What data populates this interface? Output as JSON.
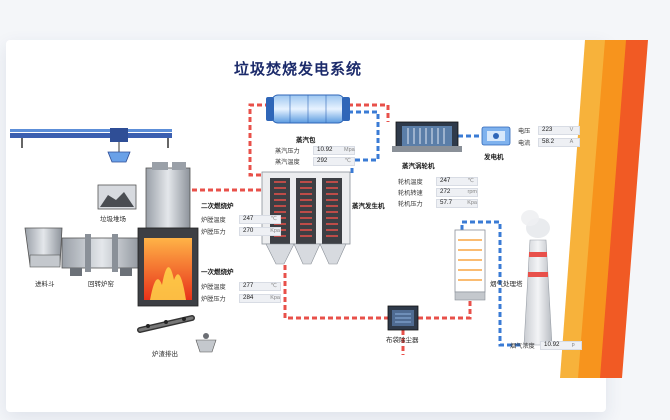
{
  "title": "垃圾焚烧发电系统",
  "components": {
    "steam_drum": "蒸汽包",
    "turbine": "蒸汽涡轮机",
    "generator": "发电机",
    "steam_generator": "蒸汽发生机",
    "secondary_furnace": "二次燃烧炉",
    "primary_furnace": "一次燃烧炉",
    "waste_field": "垃圾堆场",
    "feed_hopper": "进料斗",
    "rotary_kiln": "回转炉窑",
    "slag_discharge": "炉渣排出",
    "bag_filter": "布袋除尘器",
    "flue_gas_treatment": "烟气处理塔"
  },
  "readouts": {
    "steam_pressure": {
      "label": "蒸汽压力",
      "value": "10.92",
      "unit": "Mpa"
    },
    "steam_temp": {
      "label": "蒸汽温度",
      "value": "292",
      "unit": "℃"
    },
    "voltage": {
      "label": "电压",
      "value": "223",
      "unit": "V"
    },
    "current": {
      "label": "电流",
      "value": "58.2",
      "unit": "A"
    },
    "turbine_temp": {
      "label": "轮机温度",
      "value": "247",
      "unit": "℃"
    },
    "turbine_speed": {
      "label": "轮机转速",
      "value": "272",
      "unit": "rpm"
    },
    "turbine_pressure": {
      "label": "轮机压力",
      "value": "57.7",
      "unit": "Kpa"
    },
    "sec_temp": {
      "label": "炉膛温度",
      "value": "247",
      "unit": "℃"
    },
    "sec_pressure": {
      "label": "炉膛压力",
      "value": "270",
      "unit": "Kpa"
    },
    "pri_temp": {
      "label": "炉膛温度",
      "value": "277",
      "unit": "℃"
    },
    "pri_pressure": {
      "label": "炉膛压力",
      "value": "284",
      "unit": "Kpa"
    },
    "smoke": {
      "label": "烟气浓度",
      "value": "10.92",
      "unit": "p"
    }
  },
  "colors": {
    "title": "#1c2b6b",
    "pipe_red": "#e8504a",
    "pipe_blue": "#3a7bd5",
    "orange": "#f7941d",
    "fire": "#ff6a1a"
  }
}
